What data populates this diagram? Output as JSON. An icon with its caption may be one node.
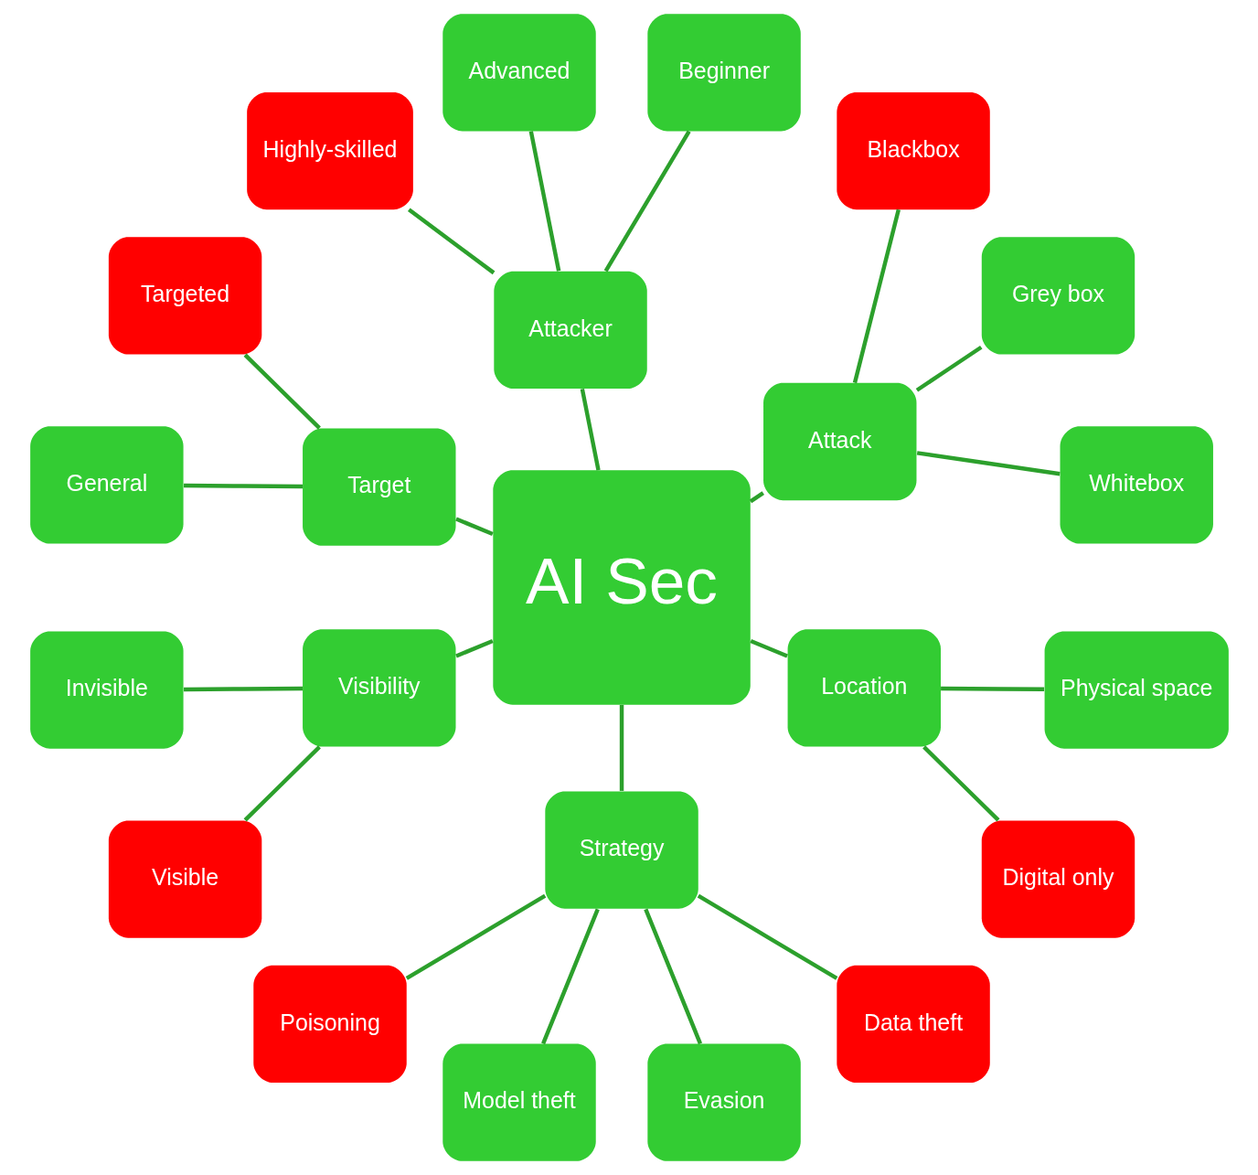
{
  "diagram": {
    "nodes": [
      {
        "text": [
          "AI Sec"
        ]
      },
      {
        "text": [
          "Attack"
        ]
      },
      {
        "text": [
          "Whitebox"
        ]
      },
      {
        "text": [
          "Grey box"
        ]
      },
      {
        "text": [
          "Blackbox"
        ]
      },
      {
        "text": [
          "Attacker"
        ]
      },
      {
        "text": [
          "Beginner"
        ]
      },
      {
        "text": [
          "Advanced"
        ]
      },
      {
        "text": [
          "Highly-skilled"
        ]
      },
      {
        "text": [
          "Target"
        ]
      },
      {
        "text": [
          "Targeted"
        ]
      },
      {
        "text": [
          "General"
        ]
      },
      {
        "text": [
          "Visibility"
        ]
      },
      {
        "text": [
          "Invisible"
        ]
      },
      {
        "text": [
          "Visible"
        ]
      },
      {
        "text": [
          "Strategy"
        ]
      },
      {
        "text": [
          "Poisoning"
        ]
      },
      {
        "text": [
          "Model theft"
        ]
      },
      {
        "text": [
          "Evasion"
        ]
      },
      {
        "text": [
          "Data theft"
        ]
      },
      {
        "text": [
          "Location"
        ]
      },
      {
        "text": [
          "Digital only"
        ]
      },
      {
        "text": [
          "Physical space"
        ]
      }
    ],
    "edges": [
      {
        "from": 0,
        "to": 1,
        "arrow": "none"
      },
      {
        "from": 1,
        "to": 2,
        "arrow": "none"
      },
      {
        "from": 1,
        "to": 3,
        "arrow": "none"
      },
      {
        "from": 1,
        "to": 4,
        "arrow": "none"
      },
      {
        "from": 0,
        "to": 5,
        "arrow": "none"
      },
      {
        "from": 5,
        "to": 6,
        "arrow": "none"
      },
      {
        "from": 5,
        "to": 7,
        "arrow": "none"
      },
      {
        "from": 5,
        "to": 8,
        "arrow": "none"
      },
      {
        "from": 0,
        "to": 9,
        "arrow": "none"
      },
      {
        "from": 9,
        "to": 10,
        "arrow": "none"
      },
      {
        "from": 9,
        "to": 11,
        "arrow": "none"
      },
      {
        "from": 0,
        "to": 12,
        "arrow": "none"
      },
      {
        "from": 12,
        "to": 13,
        "arrow": "none"
      },
      {
        "from": 12,
        "to": 14,
        "arrow": "none"
      },
      {
        "from": 0,
        "to": 15,
        "arrow": "none"
      },
      {
        "from": 15,
        "to": 16,
        "arrow": "none"
      },
      {
        "from": 15,
        "to": 17,
        "arrow": "none"
      },
      {
        "from": 15,
        "to": 18,
        "arrow": "none"
      },
      {
        "from": 15,
        "to": 19,
        "arrow": "none"
      },
      {
        "from": 0,
        "to": 20,
        "arrow": "none"
      },
      {
        "from": 20,
        "to": 21,
        "arrow": "none"
      },
      {
        "from": 20,
        "to": 22,
        "arrow": "none"
      }
    ]
  }
}
